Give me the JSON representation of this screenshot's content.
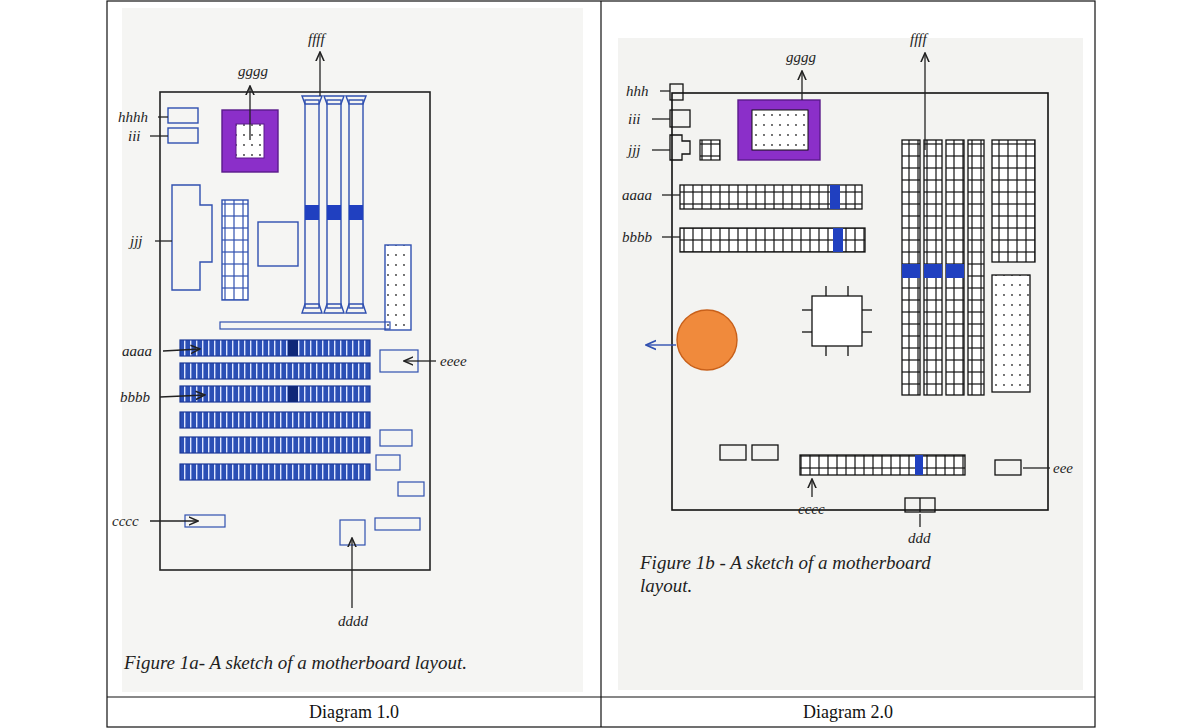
{
  "diagram": {
    "labels": [
      "gggg",
      "ffff",
      "hhhh",
      "iii",
      "jjj",
      "aaaa",
      "eeee",
      "bbbb",
      "cccc",
      "dddd",
      "Figure 1a- A sketch of a motherboard layout.",
      "gggg",
      "ffff",
      "hhh",
      "iii",
      "jjj",
      "aaaa",
      "bbbb",
      "eee",
      "cccc",
      "ddd",
      "Figure 1b - A sketch of a motherboard layout.",
      "Diagram 1.0",
      "Diagram 2.0"
    ]
  }
}
